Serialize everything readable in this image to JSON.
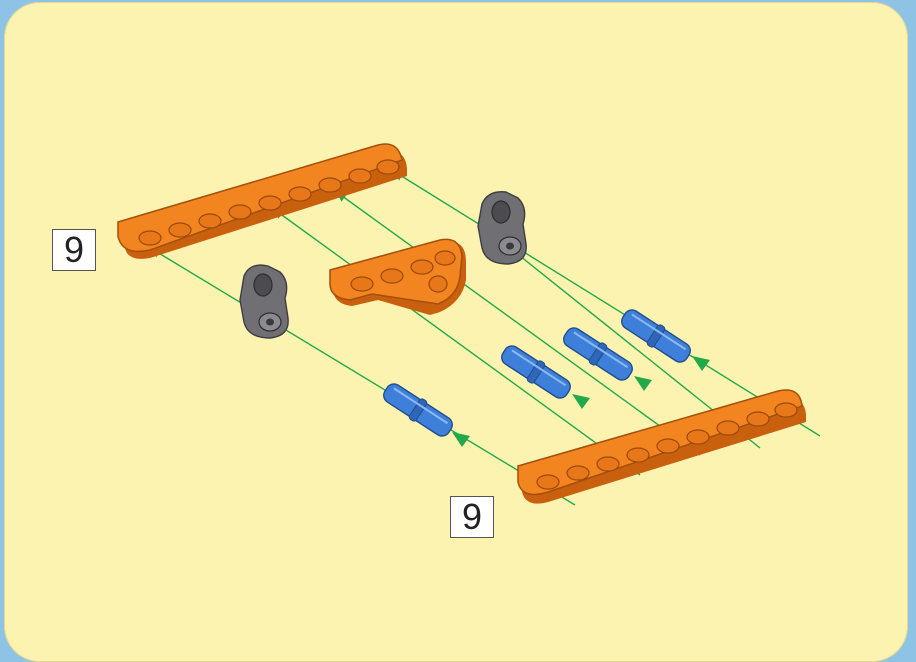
{
  "diagram": {
    "part_counts": [
      "9",
      "9"
    ],
    "colors": {
      "background": "#fdf3b0",
      "frame": "#8ec3e6",
      "beam": "#f2851f",
      "beam_dark": "#c8600e",
      "pin": "#3d7fd9",
      "connector": "#6f6f74",
      "guide_line": "#22a94a"
    },
    "parts": [
      {
        "kind": "beam",
        "label": "long-beam-top"
      },
      {
        "kind": "beam",
        "label": "long-beam-bottom"
      },
      {
        "kind": "beam",
        "label": "short-beam"
      },
      {
        "kind": "connector",
        "label": "connector-left"
      },
      {
        "kind": "connector",
        "label": "connector-right"
      },
      {
        "kind": "pin",
        "label": "pin-1"
      },
      {
        "kind": "pin",
        "label": "pin-2"
      },
      {
        "kind": "pin",
        "label": "pin-3"
      },
      {
        "kind": "pin",
        "label": "pin-4"
      }
    ]
  }
}
